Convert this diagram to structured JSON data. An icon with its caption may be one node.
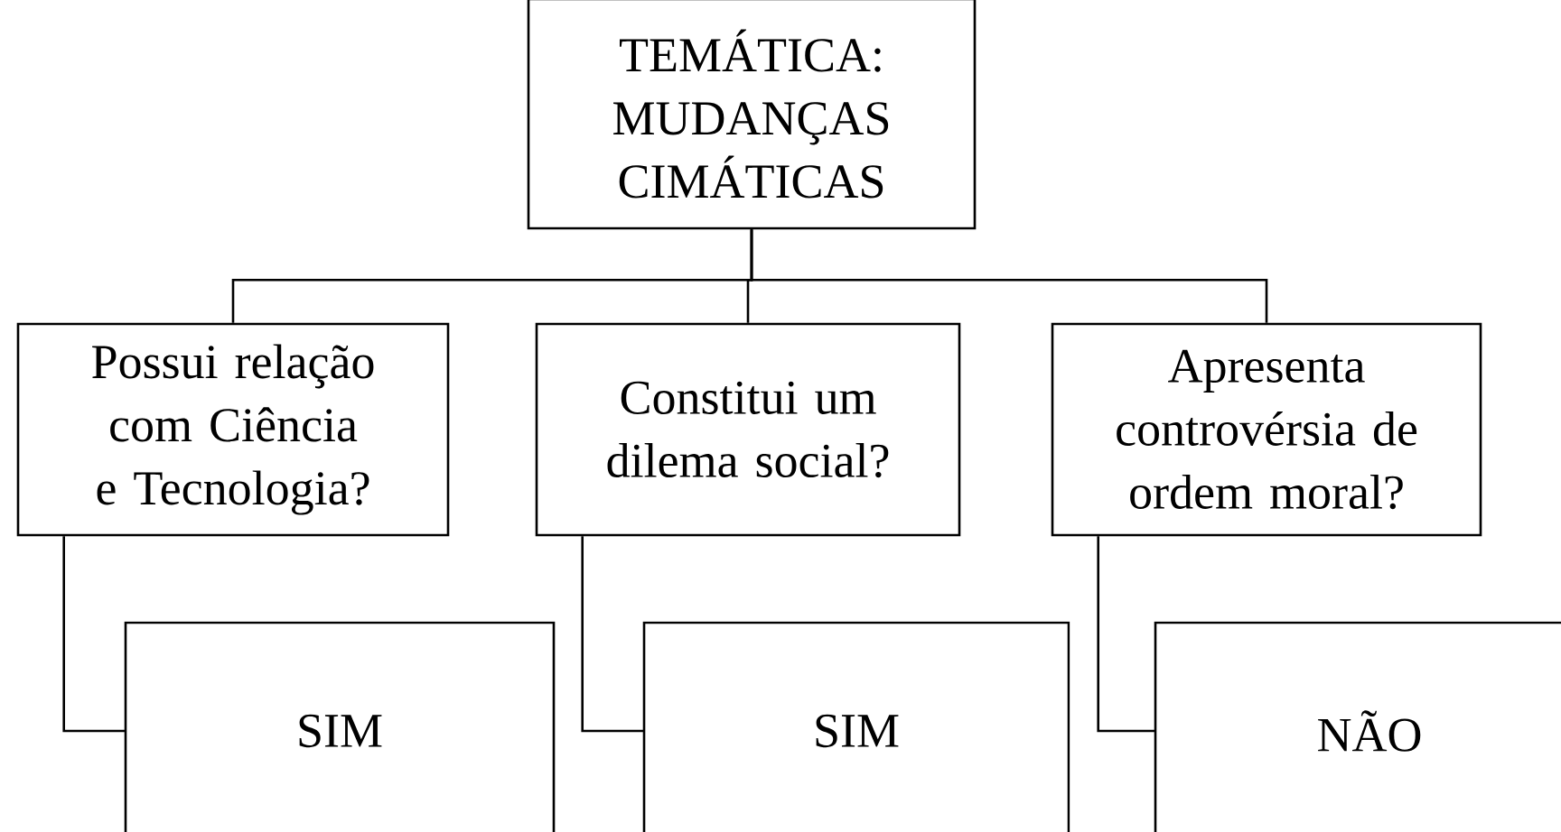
{
  "diagram": {
    "nodes": [
      {
        "text": [
          "TEMÁTICA: MUDANÇAS CIMÁTICAS"
        ]
      },
      {
        "text": [
          "Possui relação com Ciência e Tecnologia?"
        ]
      },
      {
        "text": [
          "Constitui um dilema social?"
        ]
      },
      {
        "text": [
          "Apresenta controvérsia de ordem moral?"
        ]
      },
      {
        "text": [
          "SIM"
        ]
      },
      {
        "text": [
          "SIM"
        ]
      },
      {
        "text": [
          "NÃO"
        ]
      }
    ],
    "edges": [
      {
        "from": 0,
        "to": 1,
        "arrow": "none"
      },
      {
        "from": 0,
        "to": 2,
        "arrow": "none"
      },
      {
        "from": 0,
        "to": 3,
        "arrow": "none"
      },
      {
        "from": 1,
        "to": 4,
        "arrow": "none"
      },
      {
        "from": 2,
        "to": 5,
        "arrow": "none"
      },
      {
        "from": 3,
        "to": 6,
        "arrow": "none"
      }
    ]
  }
}
